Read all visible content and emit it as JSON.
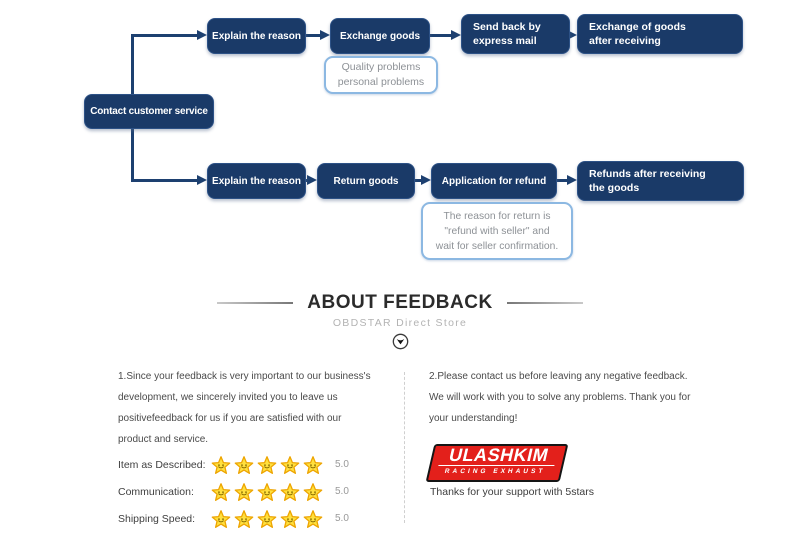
{
  "flowchart": {
    "contact_label": "Contact customer service",
    "exchange_branch": {
      "step1": "Explain the reason",
      "step2": "Exchange goods",
      "step3": "Send back by\nexpress mail",
      "step4": "Exchange of goods\nafter receiving",
      "note": "Quality problems\npersonal problems"
    },
    "return_branch": {
      "step1": "Explain the reason",
      "step2": "Return goods",
      "step3": "Application for refund",
      "step4": "Refunds after receiving\nthe goods",
      "note": "The reason for return is\n\"refund with seller\" and\nwait for seller confirmation."
    }
  },
  "feedback": {
    "title": "ABOUT FEEDBACK",
    "subtitle": "OBDSTAR Direct Store",
    "scroll_icon": "chevron-down-circle-icon",
    "paragraph1": "1.Since your feedback is very important to our business's\ndevelopment, we sincerely invited you to leave us\npositivefeedback for us if you are satisfied with our\nproduct and service.",
    "paragraph2": "2.Please contact us before leaving any negative feedback.\nWe will work with you to solve any problems. Thank you for\nyour understanding!",
    "ratings": [
      {
        "label": "Item as Described:",
        "stars": 5,
        "score": "5.0"
      },
      {
        "label": "Communication:",
        "stars": 5,
        "score": "5.0"
      },
      {
        "label": "Shipping Speed:",
        "stars": 5,
        "score": "5.0"
      }
    ],
    "star_icon": "smiley-star-icon",
    "logo": {
      "name": "ULASHKIM",
      "tagline": "RACING EXHAUST"
    },
    "thanks": "Thanks for your support with 5stars"
  },
  "colors": {
    "flow_box": "#1a3a68",
    "connector": "#1d4070",
    "note_border": "#8cb8e2",
    "logo_red": "#e3201b",
    "star_gold": "#ffe03e"
  }
}
